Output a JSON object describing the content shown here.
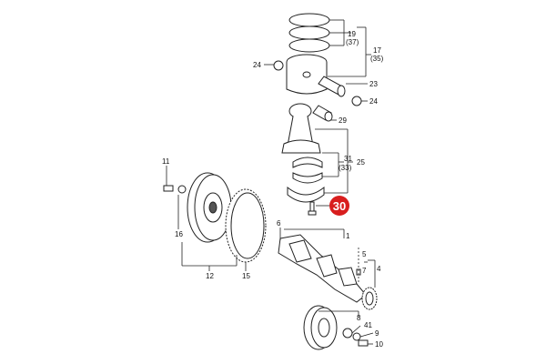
{
  "diagram": {
    "highlight": {
      "label": "30",
      "color": "#d81e1e"
    },
    "callouts": {
      "c19": "19",
      "c37": "(37)",
      "c17": "17",
      "c35": "(35)",
      "c24a": "24",
      "c23": "23",
      "c24b": "24",
      "c29": "29",
      "c31": "31",
      "c33": "(33)",
      "c25": "25",
      "c11": "11",
      "c16": "16",
      "c12": "12",
      "c15": "15",
      "c6": "6",
      "c1": "1",
      "c5": "5",
      "c4": "4",
      "c7": "7",
      "c8": "8",
      "c41": "41",
      "c9": "9",
      "c10": "10"
    }
  }
}
